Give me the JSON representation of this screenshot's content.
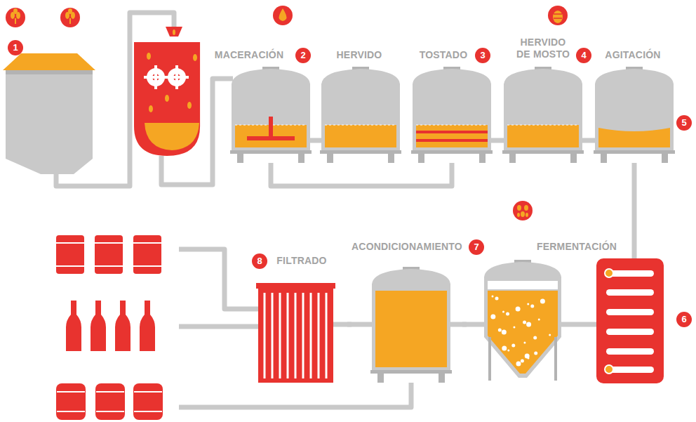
{
  "diagram": {
    "nodes": [
      {
        "text": [
          "MACERACIÓN"
        ]
      },
      {
        "text": [
          "HERVIDO"
        ]
      },
      {
        "text": [
          "TOSTADO"
        ]
      },
      {
        "text": [
          "HERVIDO DE MOSTO"
        ]
      },
      {
        "text": [
          "AGITACIÓN"
        ]
      },
      {
        "text": [
          "FILTRADO"
        ]
      },
      {
        "text": [
          "ACONDICIONAMIENTO"
        ]
      },
      {
        "text": [
          "FERMENTACIÓN"
        ]
      }
    ],
    "edges": [
      {
        "from": 0,
        "to": 1,
        "arrow": "none"
      },
      {
        "from": 0,
        "to": 2,
        "arrow": "none"
      },
      {
        "from": 2,
        "to": 3,
        "arrow": "none"
      },
      {
        "from": 3,
        "to": 4,
        "arrow": "none"
      },
      {
        "from": 7,
        "to": 6,
        "arrow": "none"
      },
      {
        "from": 6,
        "to": 5,
        "arrow": "none"
      }
    ],
    "labels": [
      "1",
      "2",
      "3",
      "4",
      "5",
      "6",
      "7",
      "8"
    ]
  }
}
